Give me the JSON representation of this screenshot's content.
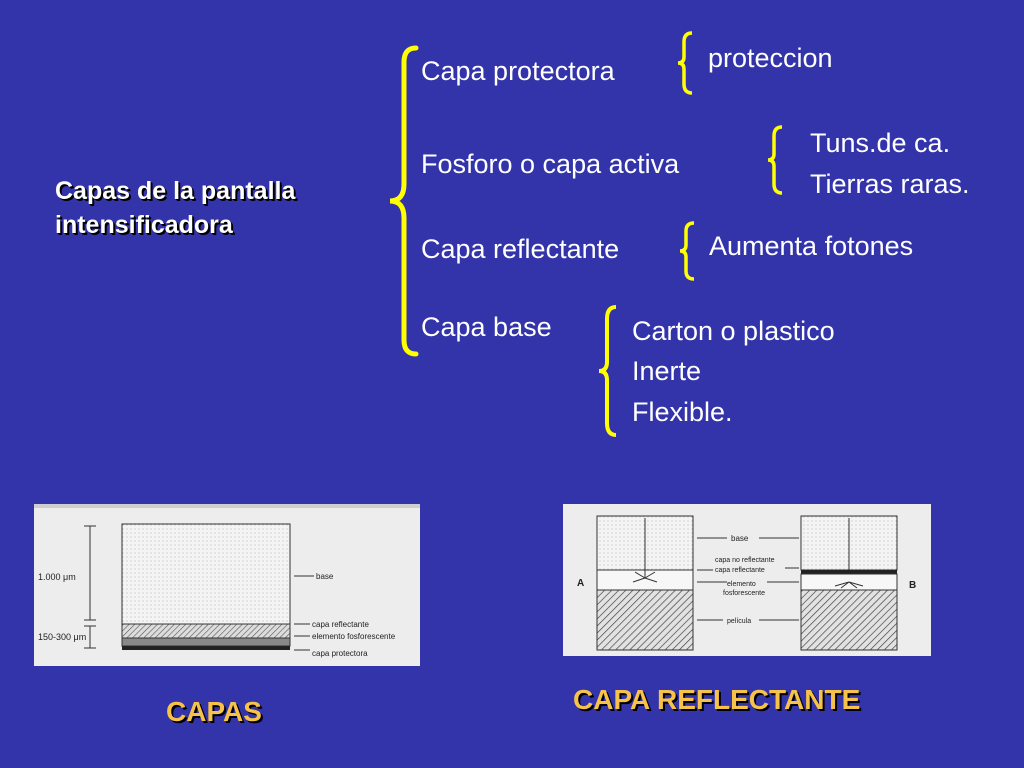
{
  "title": {
    "line1": "Capas de la pantalla",
    "line2": "intensificadora"
  },
  "layers": [
    {
      "name": "Capa protectora",
      "details": [
        "proteccion"
      ]
    },
    {
      "name": "Fosforo o capa activa",
      "details": [
        "Tuns.de ca.",
        "Tierras raras."
      ]
    },
    {
      "name": "Capa reflectante",
      "details": [
        "Aumenta fotones"
      ]
    },
    {
      "name": "Capa base",
      "details": [
        "Carton o plastico",
        "Inerte",
        "Flexible."
      ]
    }
  ],
  "figures": {
    "left": {
      "caption": "CAPAS",
      "dims": {
        "top": "1.000 μm",
        "bottom": "150-300 μm"
      },
      "labels": {
        "base": "base",
        "reflectante": "capa reflectante",
        "fosforescente": "elemento fosforescente",
        "protectora": "capa protectora"
      }
    },
    "right": {
      "caption": "CAPA REFLECTANTE",
      "labels": {
        "base": "base",
        "no_reflectante": "capa no reflectante",
        "reflectante": "capa reflectante",
        "elemento1": "elemento",
        "elemento2": "fosforescente",
        "pelicula": "película",
        "A": "A",
        "B": "B"
      }
    }
  },
  "colors": {
    "background": "#3333aa",
    "bracket": "#ffff00",
    "caption": "#f6c24a",
    "text": "#ffffff"
  }
}
